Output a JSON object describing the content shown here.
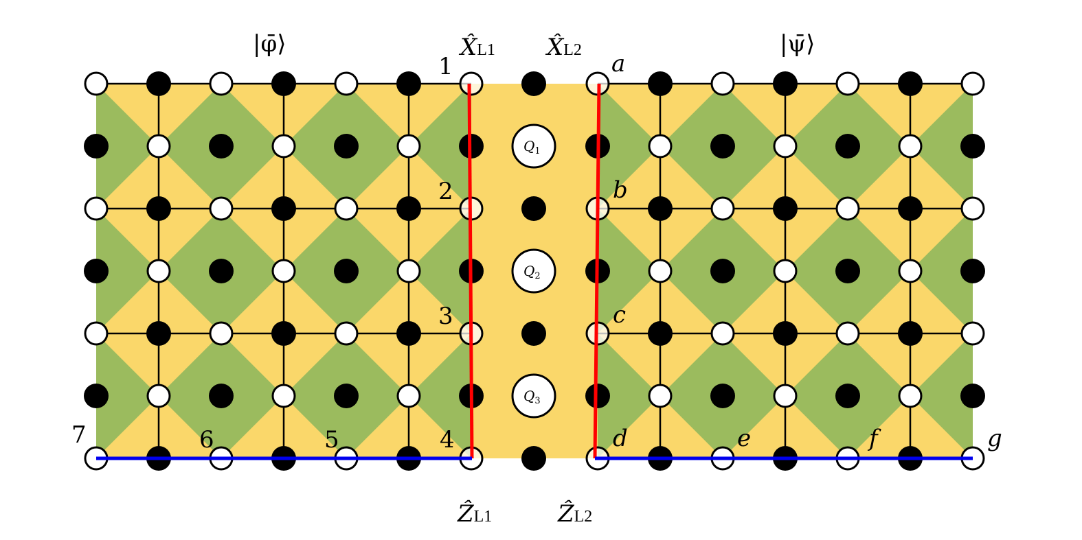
{
  "colors": {
    "yellow": "#FAD76A",
    "green": "#9BBB5E",
    "red": "#FF0000",
    "blue": "#0000EE",
    "black": "#000000",
    "white": "#FFFFFF"
  },
  "states": {
    "left": "|φ̄⟩",
    "right": "|ψ̄⟩"
  },
  "operators": {
    "x1": {
      "base": "X̂",
      "sub": "L1"
    },
    "x2": {
      "base": "X̂",
      "sub": "L2"
    },
    "z1": {
      "base": "Ẑ",
      "sub": "L1"
    },
    "z2": {
      "base": "Ẑ",
      "sub": "L2"
    }
  },
  "left_labels": [
    "1",
    "2",
    "3",
    "4",
    "5",
    "6",
    "7"
  ],
  "right_labels": [
    "a",
    "b",
    "c",
    "d",
    "e",
    "f",
    "g"
  ],
  "ancillas": [
    {
      "base": "Q",
      "sub": "1"
    },
    {
      "base": "Q",
      "sub": "2"
    },
    {
      "base": "Q",
      "sub": "3"
    }
  ]
}
